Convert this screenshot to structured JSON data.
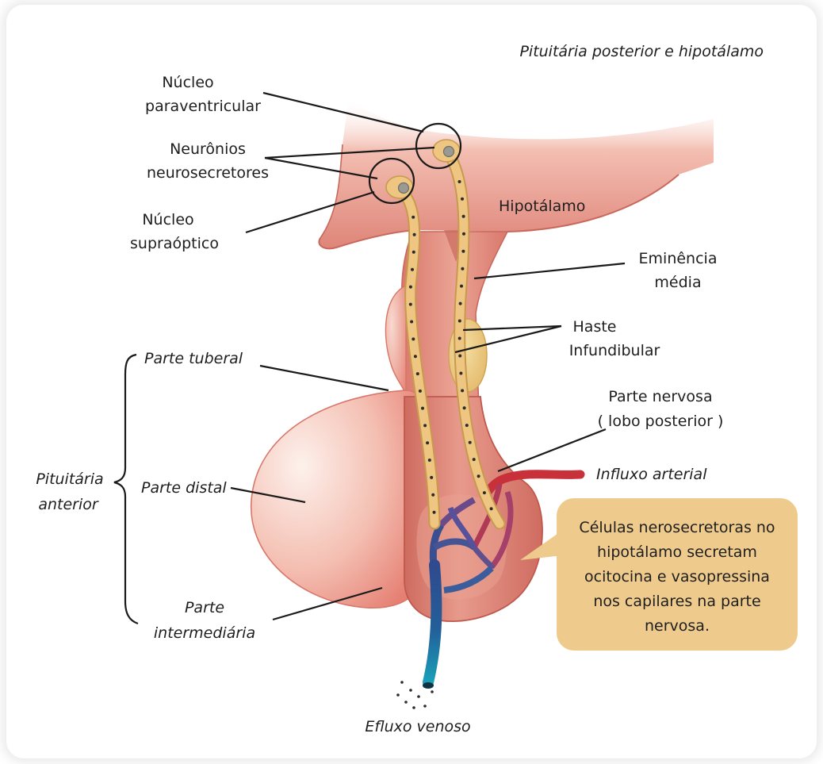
{
  "title": "Pituitária posterior e hipotálamo",
  "labels": {
    "nucleo_paraventricular": [
      "Núcleo",
      "paraventricular"
    ],
    "neuronios_neurosecretores": [
      "Neurônios",
      "neurosecretores"
    ],
    "nucleo_supraoptico": [
      "Núcleo",
      "supraóptico"
    ],
    "hipotalamo": "Hipotálamo",
    "eminencia_media": [
      "Eminência",
      "média"
    ],
    "haste_infundibular": [
      "Haste",
      "Infundibular"
    ],
    "parte_tuberal": "Parte tuberal",
    "parte_nervosa": [
      "Parte nervosa",
      "( lobo posterior )"
    ],
    "influxo_arterial": "Influxo arterial",
    "pituitaria_anterior": [
      "Pituitária",
      "anterior"
    ],
    "parte_distal": "Parte distal",
    "parte_intermediaria": [
      "Parte",
      "intermediária"
    ],
    "efluxo_venoso": "Efluxo venoso"
  },
  "callout": {
    "lines": [
      "Células nerosecretoras no",
      "hipotálamo secretam",
      "ocitocina e vasopressina",
      "nos capilares na parte",
      "nervosa."
    ],
    "color": "#eecb8d"
  },
  "colors": {
    "tissue": "#e7877a",
    "neuron": "#edc27a",
    "artery": "#c8303a",
    "vein": "#2c4e92",
    "vein_tail": "#1e8caa"
  }
}
